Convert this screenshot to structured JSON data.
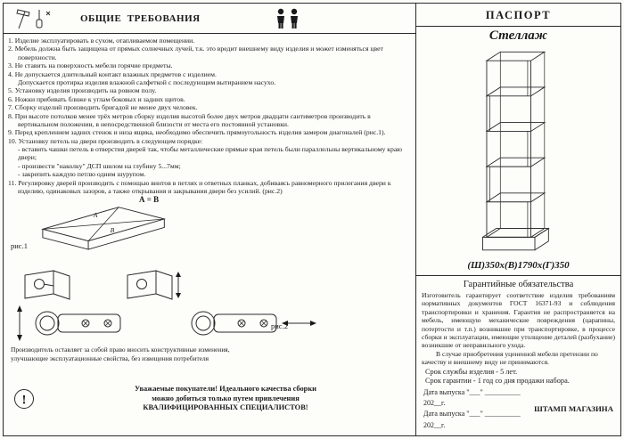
{
  "colors": {
    "ink": "#1a1a1a",
    "paper": "#fdfdfa"
  },
  "left": {
    "title": "ОБЩИЕ  ТРЕБОВАНИЯ",
    "items": [
      "1. Изделие эксплуатировать в сухом, отапливаемом помещении.",
      "2. Мебель должна быть защищена от прямых солнечных лучей, т.к. это вредит внешнему виду изделия и может изменяться цвет поверхности.",
      "3. Не ставить на поверхность мебели горячие предметы.",
      "4. Не допускается длительный контакт влажных предметов с изделием.\nДопускается протирка изделия влажной салфеткой с последующим вытиранием насухо.",
      "5. Установку изделия производить на ровном полу.",
      "6. Ножки прибивать ближе к углам боковых и задних щитов.",
      "7. Сборку изделий производить бригадой не менее двух человек.",
      "8. При высоте потолков менее трёх метров сборку изделия высотой более двух метров двадцати сантиметров производить в вертикальном положении, в непосредственной близости от места его постоянной установки.",
      "9. Перед креплением задних стенок и низа ящика, необходимо обеспечить прямоугольность изделия замером диагоналей (рис.1).",
      "10. Установку петель на двери производить в следующем порядке:\n- вставить чашки петель в отверстия дверей так, чтобы металлические прямые края петель были параллельны вертикальному краю двери;\n- произвести \"наколку\" ДСП шилом на глубину 5...7мм;\n- закрепить каждую петлю одним шурупом.",
      "11. Регулировку дверей производить с помощью винтов в петлях и ответных планках, добиваясь равномерного прилегания двери к изделию, одинаковых зазоров, а также открывания и закрывания двери без усилий. (рис.2)"
    ],
    "formula": "А = В",
    "fig1_label": "рис.1",
    "fig2_label": "рис.2",
    "fig1_a": "А",
    "fig1_b": "В",
    "manufacturer_note": "Производитель оставляет за собой право вносить конструктивные изменения,\nулучшающие эксплуатационные свойства, без извещения потребителя",
    "notice": {
      "icon_glyph": "!",
      "text": "Уважаемые покупатели! Идеального качества сборки\nможно добиться только путем привлечения\nКВАЛИФИЦИРОВАННЫХ СПЕЦИАЛИСТОВ!"
    }
  },
  "right": {
    "passport_title": "ПАСПОРТ",
    "product_name": "Стеллаж",
    "dimensions": "(Ш)350х(В)1790х(Г)350",
    "warranty": {
      "title": "Гарантийные обязательства",
      "body": "Изготовитель гарантирует соответствие изделия требованиям нормативных документов ГОСТ 16371-93 и соблюдения транспортировки и хранения. Гарантия не распространяется на мебель, имеющую механические повреждения (царапины, потертости и т.п.) возникшие при транспортировке, в процессе сборки и эксплуатации, имеющие утолщение деталей (разбухание) возникшие от неправильного ухода.",
      "body2": "В случае приобретения уцененной мебели претензии по качеству и внешнему виду не принимаются.",
      "service_life": "Срок службы изделия - 5 лет.",
      "warranty_period": "Срок гарантии - 1 год со дня продажи набора."
    },
    "date_line1": "Дата выпуска \"___\" __________ 202__г.",
    "date_line2": "Дата выпуска \"___\" __________ 202__г.",
    "stamp": "ШТАМП МАГАЗИНА"
  }
}
